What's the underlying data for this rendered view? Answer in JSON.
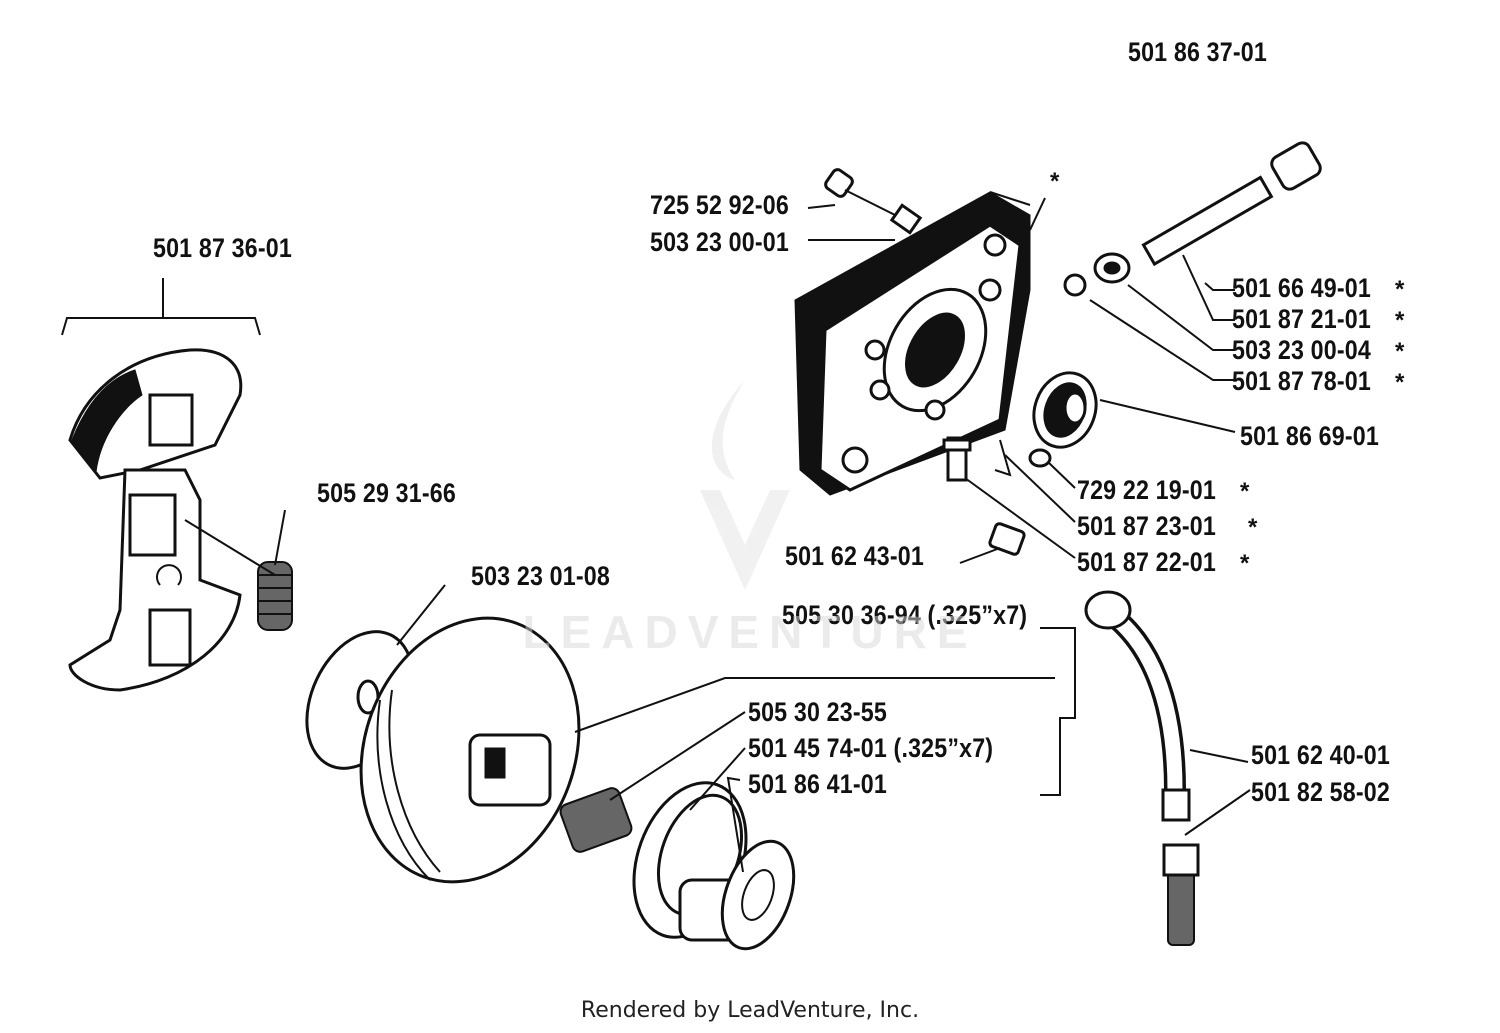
{
  "parts": [
    {
      "id": "p1",
      "number": "501 86 37-01"
    },
    {
      "id": "p2",
      "number": "725 52 92-06"
    },
    {
      "id": "p3",
      "number": "503 23 00-01"
    },
    {
      "id": "p4",
      "number": "501 87 36-01"
    },
    {
      "id": "p5",
      "number": "501 66 49-01",
      "star": "*"
    },
    {
      "id": "p6",
      "number": "501 87 21-01",
      "star": "*"
    },
    {
      "id": "p7",
      "number": "503 23 00-04",
      "star": "*"
    },
    {
      "id": "p8",
      "number": "501 87 78-01",
      "star": "*"
    },
    {
      "id": "p9",
      "number": "501 86 69-01"
    },
    {
      "id": "p10",
      "number": "505 29 31-66"
    },
    {
      "id": "p11",
      "number": "729 22 19-01",
      "star": "*"
    },
    {
      "id": "p12",
      "number": "501 87 23-01",
      "star": "*"
    },
    {
      "id": "p13",
      "number": "501 62 43-01"
    },
    {
      "id": "p14",
      "number": "501 87 22-01",
      "star": "*"
    },
    {
      "id": "p15",
      "number": "503 23 01-08"
    },
    {
      "id": "p16",
      "number": "505 30 36-94 (.325”x7)"
    },
    {
      "id": "p17",
      "number": "505 30 23-55"
    },
    {
      "id": "p18",
      "number": "501 45 74-01 (.325”x7)"
    },
    {
      "id": "p19",
      "number": "501 86 41-01"
    },
    {
      "id": "p20",
      "number": "501 62 40-01"
    },
    {
      "id": "p21",
      "number": "501 82 58-02"
    }
  ],
  "assembly_star": "*",
  "watermark": "LEADVENTURE",
  "footer": "Rendered by LeadVenture, Inc."
}
